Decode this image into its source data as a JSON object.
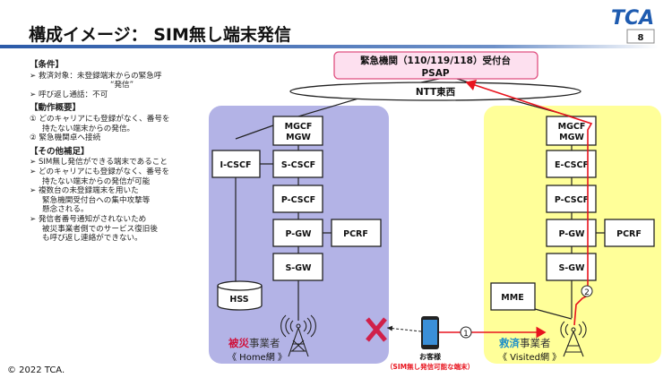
{
  "header": {
    "title": "構成イメージ： SIM無し端末発信",
    "logo": "TCA",
    "page": "8"
  },
  "sidebar": {
    "s1_title": "【条件】",
    "s1_items": [
      "救済対象：未登録端末からの緊急呼",
      "“発信”",
      "呼び返し通話：不可"
    ],
    "s2_title": "【動作概要】",
    "s2_items": [
      "① どのキャリアにも登録がなく、番号を",
      "持たない端末からの発信。",
      "② 緊急機関卓へ接続"
    ],
    "s3_title": "【その他補足】",
    "s3_items": [
      "SIM無し発信ができる端末であること",
      "どのキャリアにも登録がなく、番号を",
      "持たない端末からの発信が可能",
      "複数台の未登録端末を用いた",
      "緊急機関受付台への集中攻撃等",
      "懸念される。",
      "発信者番号通知がされないため",
      "被災事業者側でのサービス復旧後",
      "も呼び返し連絡ができない。"
    ]
  },
  "diagram": {
    "psap_line1": "緊急機関（110/119/118）受付台",
    "psap_line2": "PSAP",
    "ntt": "NTT東西",
    "home": {
      "mgcf": "MGCF",
      "mgw": "MGW",
      "icscf": "I-CSCF",
      "scscf": "S-CSCF",
      "pcscf": "P-CSCF",
      "pgw": "P-GW",
      "pcrf": "PCRF",
      "sgw": "S-GW",
      "hss": "HSS",
      "label_red": "被災",
      "label_rest": "事業者",
      "net": "《 Home網 》"
    },
    "visited": {
      "mgcf": "MGCF",
      "mgw": "MGW",
      "ecscf": "E-CSCF",
      "pcscf": "P-CSCF",
      "pgw": "P-GW",
      "pcrf": "PCRF",
      "sgw": "S-GW",
      "mme": "MME",
      "label_blue": "救済",
      "label_rest": "事業者",
      "net": "《 Visited網 》"
    },
    "customer": "お客様",
    "customer_note": "（SIM無し発信可能な端末）",
    "step1": "1",
    "step2": "2"
  },
  "footer": {
    "copyright": "© 2022 TCA."
  },
  "colors": {
    "home": "#b3b3e6",
    "visited": "#ffff99",
    "route": "#e8141e",
    "psap": "#fde0ef"
  }
}
